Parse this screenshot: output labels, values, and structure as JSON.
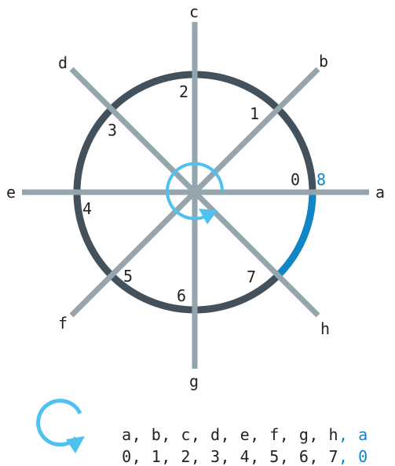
{
  "diagram": {
    "spokes": [
      {
        "letter": "a",
        "number": "0"
      },
      {
        "letter": "b",
        "number": "1"
      },
      {
        "letter": "c",
        "number": "2"
      },
      {
        "letter": "d",
        "number": "3"
      },
      {
        "letter": "e",
        "number": "4"
      },
      {
        "letter": "f",
        "number": "5"
      },
      {
        "letter": "g",
        "number": "6"
      },
      {
        "letter": "h",
        "number": "7"
      }
    ],
    "wrap_number": "8",
    "colors": {
      "circle": "#43515c",
      "spoke": "#95a5ad",
      "arc_highlight": "#0f86c6",
      "center_arrow": "#4fc1ee",
      "wrap_text": "#0f86c6"
    }
  },
  "legend": {
    "row1": {
      "items": "a, b, c, d, e, f, g, h",
      "wrap": ", a"
    },
    "row2": {
      "items": "0, 1, 2, 3, 4, 5, 6, 7",
      "wrap": ", 0"
    }
  }
}
